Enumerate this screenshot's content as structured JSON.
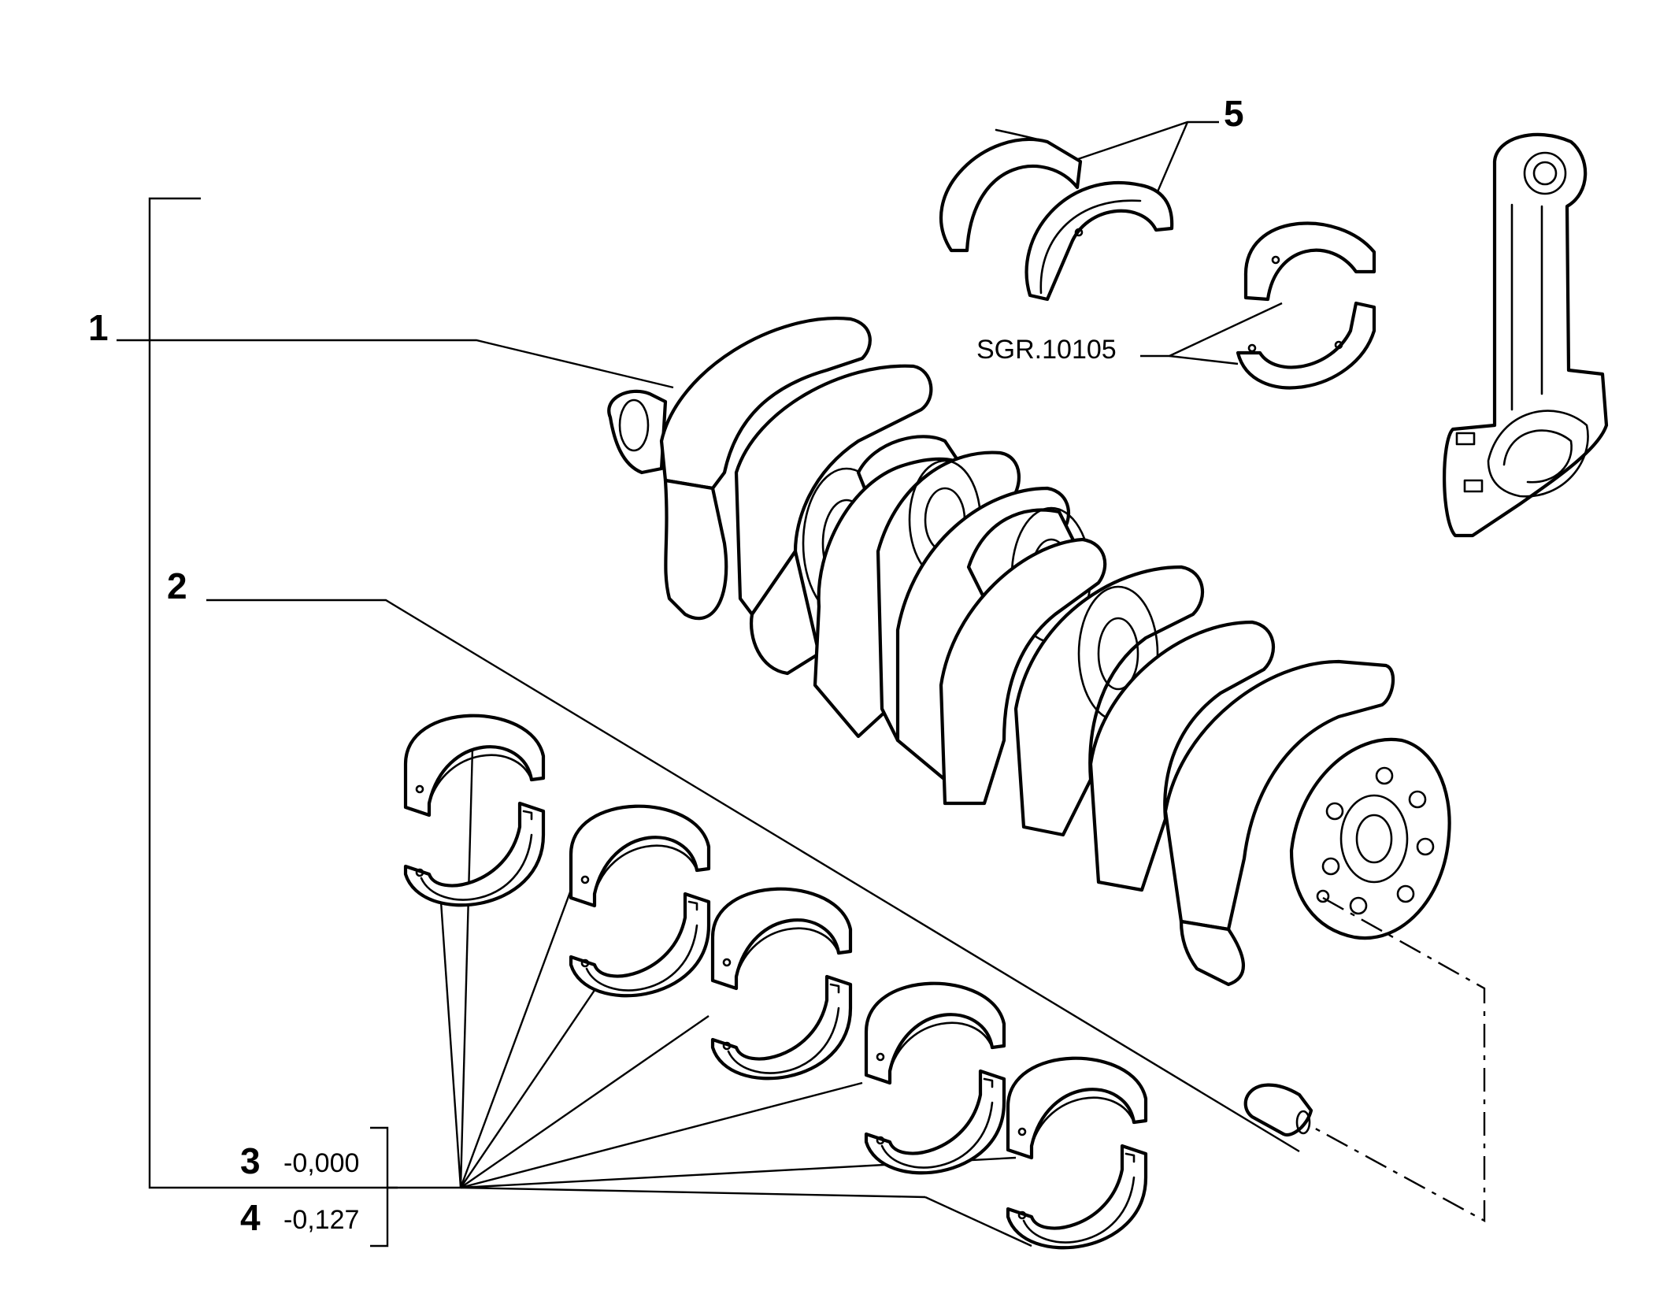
{
  "diagram": {
    "callouts": {
      "item1": "1",
      "item2": "2",
      "item3": "3",
      "item4": "4",
      "item5": "5"
    },
    "size_codes": {
      "item3": "-0,000",
      "item4": "-0,127"
    },
    "subgroup_reference": "SGR.10105"
  }
}
